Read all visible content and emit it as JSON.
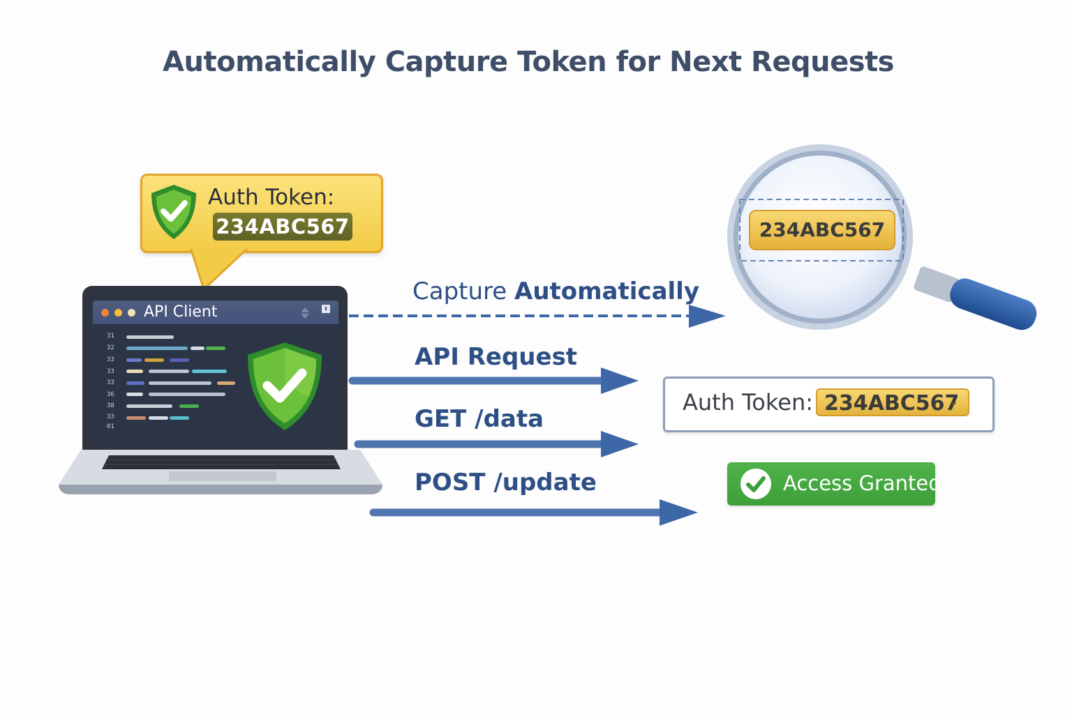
{
  "title": "Automatically Capture Token for Next Requests",
  "tooltip": {
    "label": "Auth Token:",
    "token": "234ABC567"
  },
  "api_client": {
    "window_title": "API Client",
    "line_numbers": [
      "31",
      "32",
      "33",
      "33",
      "33",
      "36",
      "38",
      "33",
      "01"
    ]
  },
  "flows": {
    "capture": {
      "prefix": "Capture",
      "emphasis": "Automatically"
    },
    "request": "API Request",
    "get": "GET /data",
    "post": "POST /update"
  },
  "magnifier": {
    "token": "234ABC567"
  },
  "token_field": {
    "label": "Auth Token:",
    "value": "234ABC567"
  },
  "access": {
    "label": "Access Granted"
  },
  "colors": {
    "title": "#3f4e68",
    "arrow": "#3d67a7",
    "token_gold": "#f3cc47",
    "success_green": "#3e9f3b",
    "shield_green": "#5cb82c"
  },
  "icons": [
    "shield-check-icon",
    "magnifier-icon",
    "check-circle-icon",
    "chevron-down-icon"
  ]
}
